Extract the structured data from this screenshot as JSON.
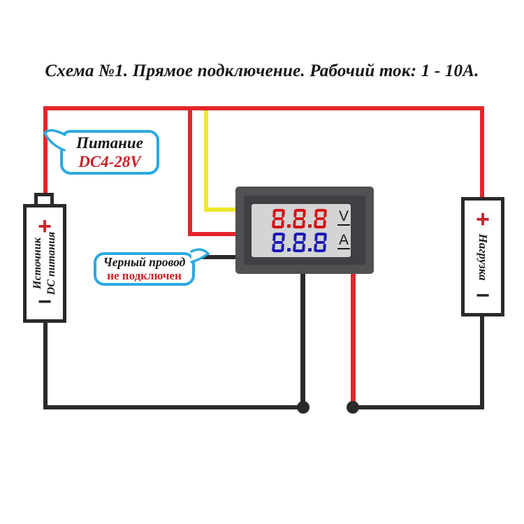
{
  "title": "Схема №1. Прямое подключение. Рабочий ток: 1 - 10А.",
  "colors": {
    "wire_red": "#e2262b",
    "wire_yellow": "#eee72a",
    "wire_black": "#2b2a29",
    "bubble_border": "#2aa9e0",
    "text_red": "#c92128",
    "digit_red": "#d41217",
    "digit_blue": "#1c1ab8",
    "frame_gray": "#515053",
    "bezel_gray": "#403f43",
    "display_gray": "#d3d4d4"
  },
  "power_bubble": {
    "line1": "Питание",
    "line2": "DC4-28V"
  },
  "note_bubble": {
    "line1": "Черный провод",
    "line2": "не подключен"
  },
  "source": {
    "label_line1": "Источник",
    "label_line2": "DC питания",
    "plus": "+",
    "minus": "−"
  },
  "load": {
    "label": "Нагрузка",
    "plus": "+",
    "minus": "−"
  },
  "meter": {
    "volts_display": "8.8.8",
    "volts_unit": "V",
    "amps_display": "8.8.8",
    "amps_unit": "A"
  }
}
